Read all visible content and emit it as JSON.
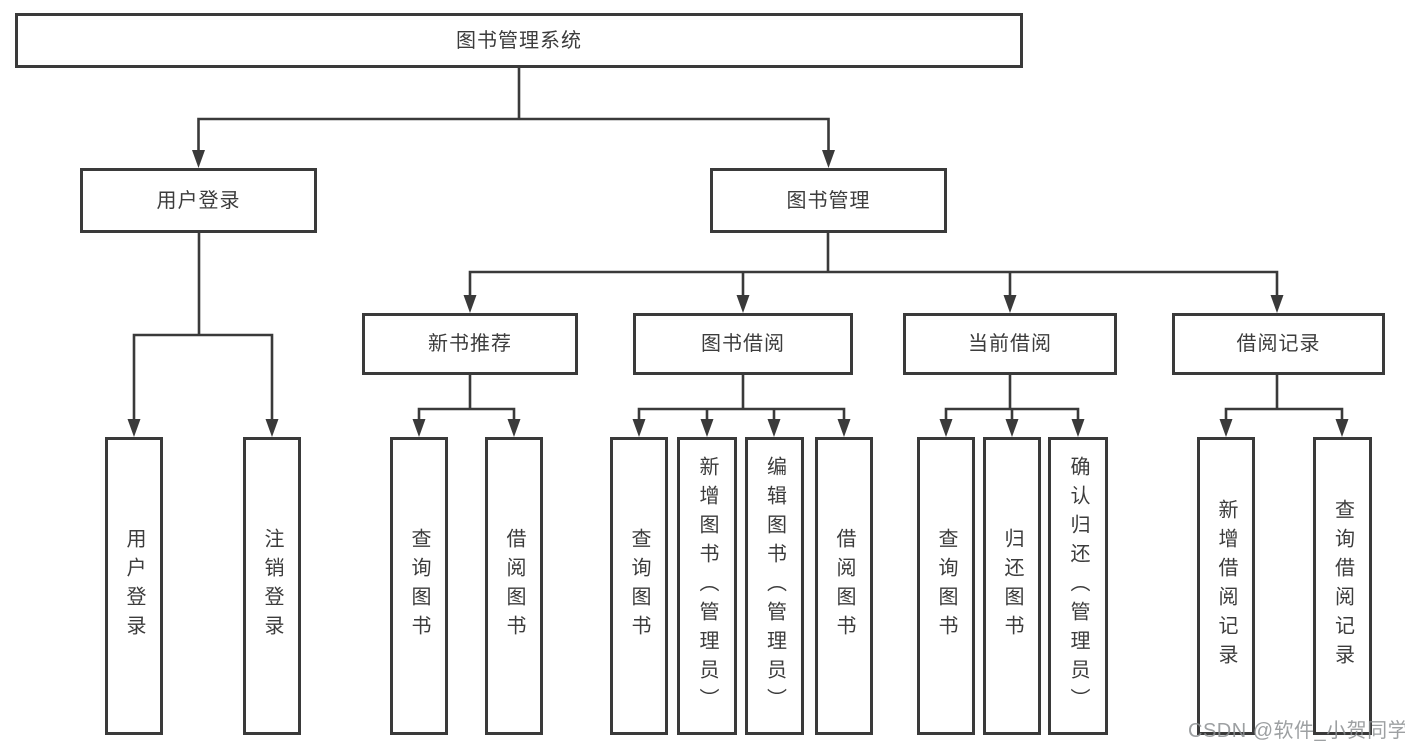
{
  "diagram_type": "hierarchy-tree",
  "colors": {
    "line": "#3a3a3a",
    "box_border": "#3a3a3a",
    "box_fill": "#ffffff",
    "text": "#3c3c3c",
    "watermark": "#8c8f92"
  },
  "nodes": {
    "root": "图书管理系统",
    "level2": [
      "用户登录",
      "图书管理"
    ],
    "login_children": [
      "用户登录",
      "注销登录"
    ],
    "modules": [
      "新书推荐",
      "图书借阅",
      "当前借阅",
      "借阅记录"
    ],
    "recommend_children": [
      "查询图书",
      "借阅图书"
    ],
    "borrow_children": [
      "查询图书",
      "新增图书（管理员）",
      "编辑图书（管理员）",
      "借阅图书"
    ],
    "current_children": [
      "查询图书",
      "归还图书",
      "确认归还（管理员）"
    ],
    "record_children": [
      "新增借阅记录",
      "查询借阅记录"
    ]
  },
  "watermark": "CSDN @软件_小贺同学"
}
